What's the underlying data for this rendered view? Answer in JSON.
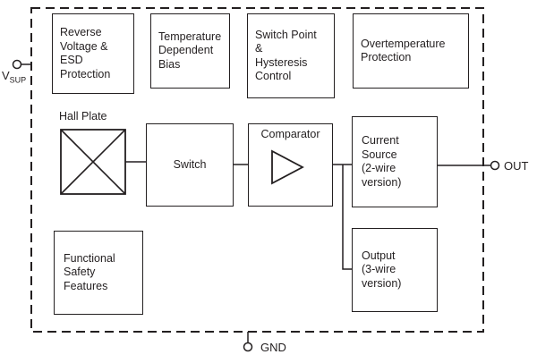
{
  "colors": {
    "stroke": "#231f20",
    "text": "#231f20",
    "background": "#ffffff"
  },
  "pins": {
    "vsup": {
      "base": "V",
      "sub": "SUP"
    },
    "out": "OUT",
    "gnd": "GND"
  },
  "blocks": {
    "reverse_voltage": "Reverse\nVoltage &\nESD\nProtection",
    "temp_bias": "Temperature\nDependent\nBias",
    "switch_point": "Switch Point\n&\nHysteresis\nControl",
    "overtemp": "Overtemperature\nProtection",
    "hall_plate_label": "Hall Plate",
    "switch": "Switch",
    "comparator": "Comparator",
    "current_source": "Current\nSource\n(2-wire\nversion)",
    "functional_safety": "Functional\nSafety\nFeatures",
    "output": "Output\n(3-wire\nversion)"
  }
}
